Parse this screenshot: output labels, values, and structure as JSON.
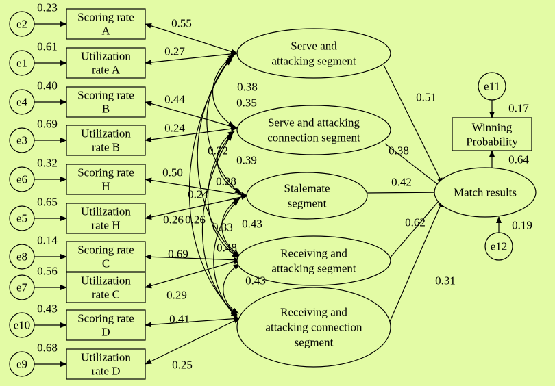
{
  "observed": [
    {
      "id": "scoring_a",
      "lines": [
        "Scoring rate",
        "A"
      ],
      "error": "e2",
      "error_value": "0.23",
      "link_value": "0.55"
    },
    {
      "id": "util_a",
      "lines": [
        "Utilization",
        "rate A"
      ],
      "error": "e1",
      "error_value": "0.61",
      "link_value": "0.27"
    },
    {
      "id": "scoring_b",
      "lines": [
        "Scoring rate",
        "B"
      ],
      "error": "e4",
      "error_value": "0.40",
      "link_value": "0.44"
    },
    {
      "id": "util_b",
      "lines": [
        "Utilization",
        "rate B"
      ],
      "error": "e3",
      "error_value": "0.69",
      "link_value": "0.24"
    },
    {
      "id": "scoring_h",
      "lines": [
        "Scoring rate",
        "H"
      ],
      "error": "e6",
      "error_value": "0.32",
      "link_value": "0.50"
    },
    {
      "id": "util_h",
      "lines": [
        "Utilization",
        "rate H"
      ],
      "error": "e5",
      "error_value": "0.65",
      "link_value": "0.26"
    },
    {
      "id": "scoring_c",
      "lines": [
        "Scoring rate",
        "C"
      ],
      "error": "e8",
      "error_value": "0.14",
      "link_value": "0.69"
    },
    {
      "id": "util_c",
      "lines": [
        "Utilization",
        "rate C"
      ],
      "error": "e7",
      "error_value": "0.56",
      "link_value": "0.29"
    },
    {
      "id": "scoring_d",
      "lines": [
        "Scoring rate",
        "D"
      ],
      "error": "e10",
      "error_value": "0.43",
      "link_value": "0.41"
    },
    {
      "id": "util_d",
      "lines": [
        "Utilization",
        "rate D"
      ],
      "error": "e9",
      "error_value": "0.68",
      "link_value": "0.25"
    }
  ],
  "latent": [
    {
      "id": "serve_attack",
      "lines": [
        "Serve and",
        "attacking segment"
      ],
      "path_value": "0.51"
    },
    {
      "id": "serve_attack_conn",
      "lines": [
        "Serve and attacking",
        "connection segment"
      ],
      "path_value": "0.38"
    },
    {
      "id": "stalemate",
      "lines": [
        "Stalemate",
        "segment"
      ],
      "path_value": "0.42"
    },
    {
      "id": "receive_attack",
      "lines": [
        "Receiving and",
        "attacking segment"
      ],
      "path_value": "0.62"
    },
    {
      "id": "receive_attack_conn",
      "lines": [
        "Receiving and",
        "attacking connection",
        "segment"
      ],
      "path_value": "0.31"
    }
  ],
  "correlations": [
    "0.38",
    "0.35",
    "0.32",
    "0.39",
    "0.24",
    "0.28",
    "0.26",
    "0.33",
    "0.43",
    "0.48",
    "0.43"
  ],
  "outcome": {
    "lines": [
      "Match results"
    ],
    "error": "e12",
    "error_value": "0.19"
  },
  "final": {
    "lines": [
      "Winning",
      "Probability"
    ],
    "error": "e11",
    "error_value": "0.17",
    "path_value": "0.64"
  },
  "colors": {
    "background": "#e3fba5",
    "stroke": "#000000"
  }
}
